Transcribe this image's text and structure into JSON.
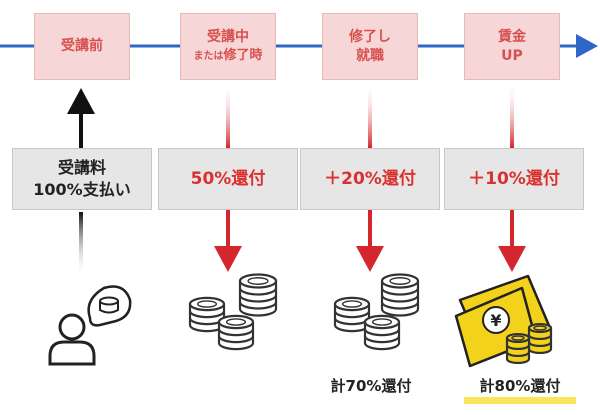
{
  "stages": [
    {
      "line1": "受講前",
      "line2_small": "",
      "line2": ""
    },
    {
      "line1": "受講中",
      "line2_small": "または",
      "line2": "修了時"
    },
    {
      "line1": "修了し",
      "line2_small": "",
      "line2": "就職"
    },
    {
      "line1": "賃金",
      "line2_small": "",
      "line2": "UP"
    }
  ],
  "payment": {
    "line1": "受講料",
    "line2": "100%支払い"
  },
  "refunds": [
    "50%還付",
    "＋20%還付",
    "＋10%還付"
  ],
  "totals": [
    "計70%還付",
    "計80%還付"
  ],
  "banknote_symbol": "¥",
  "icons": [
    "coin-stack-icon",
    "person-speech-coin-icon",
    "yen-banknote-icon"
  ],
  "colors": {
    "timeline": "#2e67c7",
    "stage_fill": "#f6d6d6",
    "stage_text": "#d8504f",
    "refund_fill": "#e6e6e6",
    "arrow_red": "#d4262d",
    "arrow_black": "#111111",
    "coin_stroke": "#333333",
    "banknote": "#f3d21c",
    "highlight": "#f8e75c"
  }
}
